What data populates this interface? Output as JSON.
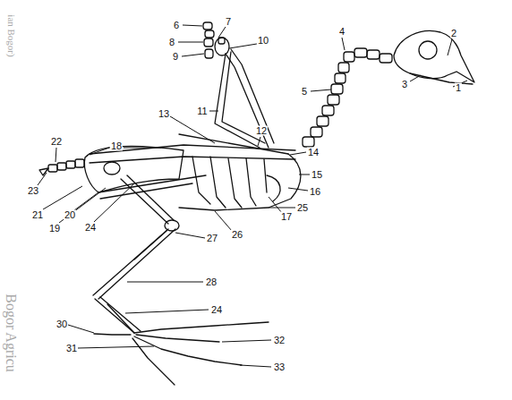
{
  "diagram": {
    "labels": [
      "1",
      "2",
      "3",
      "4",
      "5",
      "6",
      "7",
      "8",
      "9",
      "10",
      "11",
      "12",
      "13",
      "14",
      "15",
      "16",
      "17",
      "18",
      "19",
      "20",
      "21",
      "22",
      "23",
      "24",
      "25",
      "26",
      "27",
      "28",
      "24",
      "30",
      "31",
      "32",
      "33",
      "ian Bogor)",
      "Bogor Agricu"
    ]
  }
}
